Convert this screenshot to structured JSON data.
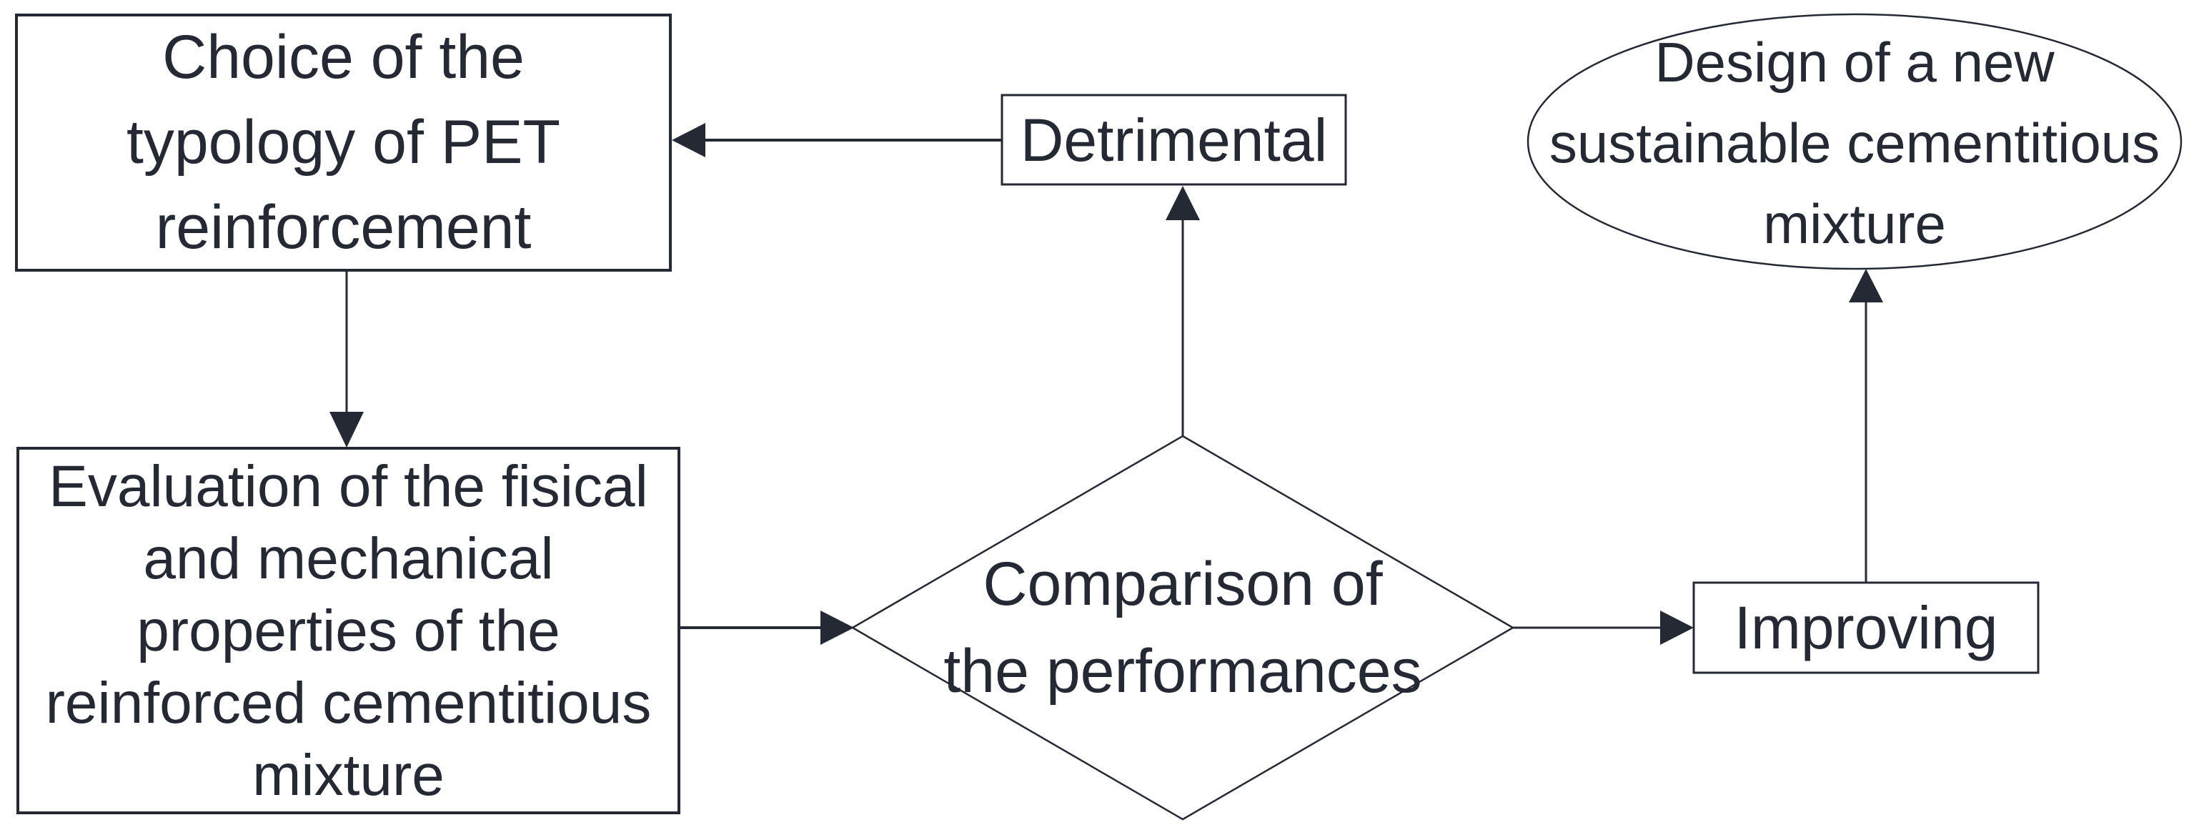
{
  "diagram": {
    "type": "flowchart",
    "colors": {
      "ink": "#242933",
      "background": "#ffffff"
    },
    "nodes": {
      "choice": {
        "shape": "rectangle",
        "label": "Choice of the\ntypology of PET\nreinforcement"
      },
      "evaluation": {
        "shape": "rectangle",
        "label": "Evaluation of the fisical\nand mechanical\nproperties of the\nreinforced cementitious\nmixture"
      },
      "detrimental": {
        "shape": "rectangle",
        "label": "Detrimental"
      },
      "comparison": {
        "shape": "diamond",
        "label": "Comparison of\nthe performances"
      },
      "improving": {
        "shape": "rectangle",
        "label": "Improving"
      },
      "design": {
        "shape": "ellipse",
        "label": "Design of a new\nsustainable cementitious\nmixture"
      }
    },
    "edges": [
      {
        "from": "choice",
        "to": "evaluation"
      },
      {
        "from": "evaluation",
        "to": "comparison"
      },
      {
        "from": "comparison",
        "to": "detrimental"
      },
      {
        "from": "detrimental",
        "to": "choice"
      },
      {
        "from": "comparison",
        "to": "improving"
      },
      {
        "from": "improving",
        "to": "design"
      }
    ]
  }
}
